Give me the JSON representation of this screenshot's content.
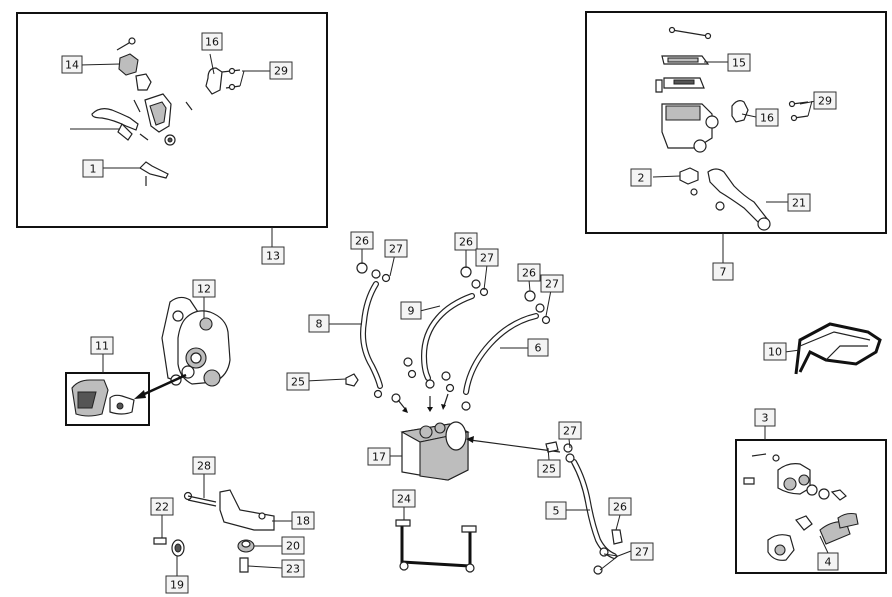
{
  "callouts": {
    "c1": "1",
    "c2": "2",
    "c3": "3",
    "c4": "4",
    "c5": "5",
    "c6": "6",
    "c7": "7",
    "c8": "8",
    "c9": "9",
    "c10": "10",
    "c11": "11",
    "c12": "12",
    "c13": "13",
    "c14": "14",
    "c15": "15",
    "c16a": "16",
    "c16b": "16",
    "c17": "17",
    "c18": "18",
    "c19": "19",
    "c20": "20",
    "c21": "21",
    "c22": "22",
    "c23": "23",
    "c24": "24",
    "c25a": "25",
    "c25b": "25",
    "c26a": "26",
    "c26b": "26",
    "c26c": "26",
    "c26d": "26",
    "c27a": "27",
    "c27b": "27",
    "c27c": "27",
    "c27d": "27",
    "c27e": "27",
    "c28": "28",
    "c29a": "29",
    "c29b": "29"
  }
}
